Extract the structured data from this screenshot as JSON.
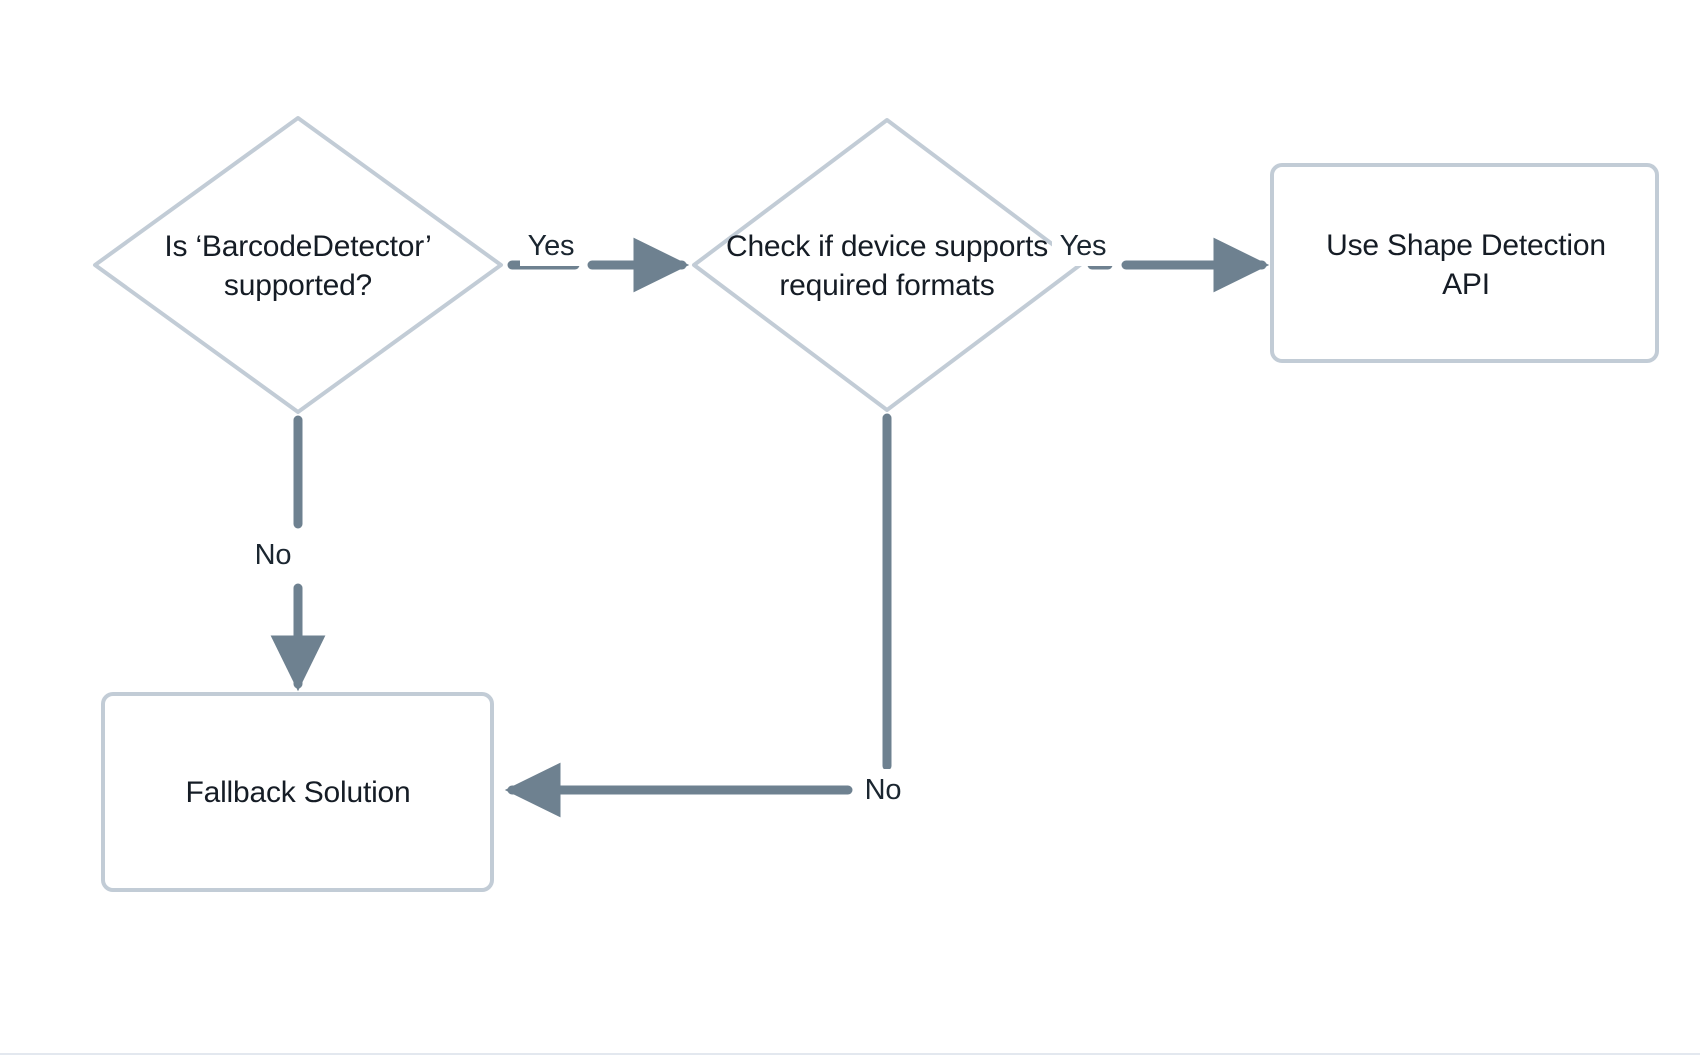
{
  "diagram": {
    "type": "flowchart",
    "title": "",
    "colors": {
      "shape_border": "#c2ccd6",
      "shape_fill": "#ffffff",
      "edge_stroke": "#6e8190",
      "text": "#151c25",
      "background": "#ffffff",
      "bottom_rule": "#e3e8ef"
    },
    "nodes": [
      {
        "id": "decision-barcode-supported",
        "shape": "diamond",
        "label": "Is ‘BarcodeDetector’\nsupported?"
      },
      {
        "id": "decision-formats-supported",
        "shape": "diamond",
        "label": "Check if device supports\nrequired formats"
      },
      {
        "id": "action-shape-detection-api",
        "shape": "rounded-rect",
        "label": "Use Shape Detection\nAPI"
      },
      {
        "id": "action-fallback-solution",
        "shape": "rounded-rect",
        "label": "Fallback Solution"
      }
    ],
    "edges": [
      {
        "id": "edge-barcode-yes",
        "from": "decision-barcode-supported",
        "to": "decision-formats-supported",
        "label": "Yes",
        "direction": "right"
      },
      {
        "id": "edge-barcode-no",
        "from": "decision-barcode-supported",
        "to": "action-fallback-solution",
        "label": "No",
        "direction": "down"
      },
      {
        "id": "edge-formats-yes",
        "from": "decision-formats-supported",
        "to": "action-shape-detection-api",
        "label": "Yes",
        "direction": "right"
      },
      {
        "id": "edge-formats-no",
        "from": "decision-formats-supported",
        "to": "action-fallback-solution",
        "label": "No",
        "direction": "down-left"
      }
    ]
  }
}
